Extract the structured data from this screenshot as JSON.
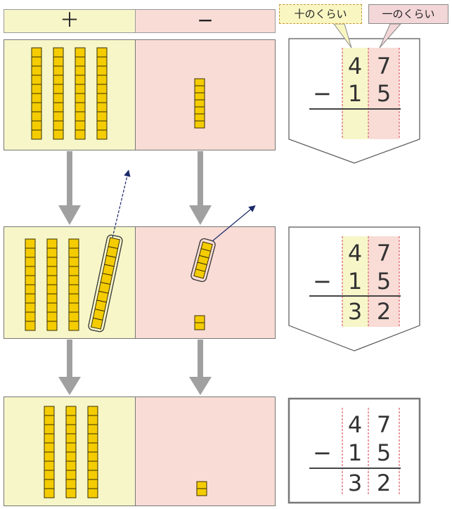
{
  "header": {
    "tens_sign": "＋",
    "ones_sign": "−"
  },
  "labels": {
    "tens_place": "十のくらい",
    "ones_place": "一のくらい"
  },
  "colors": {
    "tens_bg": "#f6f6c9",
    "ones_bg": "#f9dcd6",
    "block": "#f4cc00",
    "arrow": "#a0a0a0",
    "pointer": "#1b2a6b"
  },
  "steps": [
    {
      "tens_rods": 4,
      "ones_cubes": 7,
      "problem": {
        "top": [
          "4",
          "7"
        ],
        "op": "−",
        "bottom": [
          "1",
          "5"
        ],
        "answer": [
          "",
          ""
        ]
      }
    },
    {
      "tens_rods": 3,
      "removed_rods": 1,
      "ones_cubes": 2,
      "removed_cubes": 5,
      "problem": {
        "top": [
          "4",
          "7"
        ],
        "op": "−",
        "bottom": [
          "1",
          "5"
        ],
        "answer": [
          "3",
          "2"
        ]
      }
    },
    {
      "tens_rods": 3,
      "ones_cubes": 2,
      "problem": {
        "top": [
          "4",
          "7"
        ],
        "op": "−",
        "bottom": [
          "1",
          "5"
        ],
        "answer": [
          "3",
          "2"
        ]
      }
    }
  ]
}
